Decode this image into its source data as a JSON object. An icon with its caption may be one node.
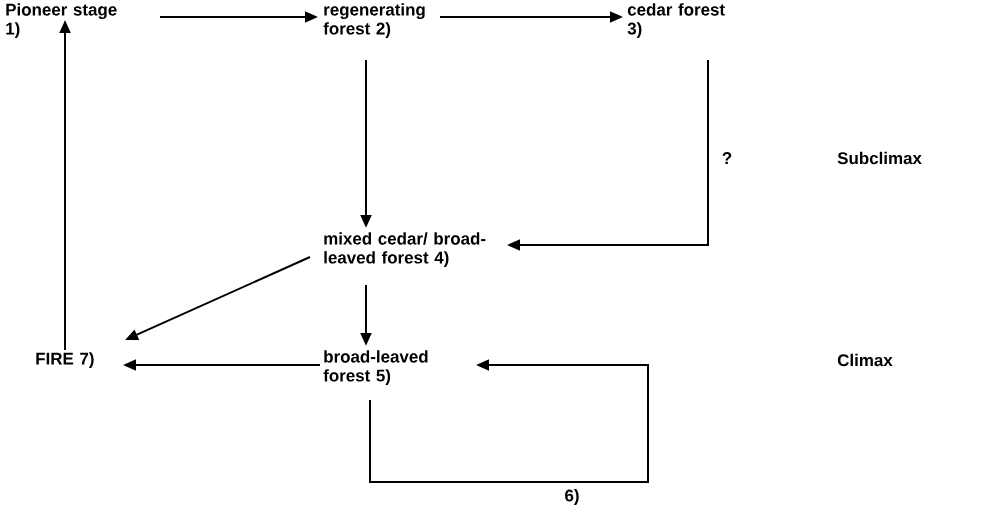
{
  "diagram": {
    "nodes": [
      {
        "text": [
          "Pioneer stage 1)"
        ]
      },
      {
        "text": [
          "regenerating forest 2)"
        ]
      },
      {
        "text": [
          "cedar forest 3)"
        ]
      },
      {
        "text": [
          "mixed cedar/ broad-leaved forest 4)"
        ]
      },
      {
        "text": [
          "broad-leaved forest 5)"
        ]
      },
      {
        "text": [
          "FIRE 7)"
        ]
      }
    ],
    "edges": [
      {
        "from": 0,
        "to": 1,
        "arrow": "to"
      },
      {
        "from": 1,
        "to": 2,
        "arrow": "to"
      },
      {
        "from": 1,
        "to": 3,
        "arrow": "to"
      },
      {
        "from": 2,
        "to": 3,
        "arrow": "to",
        "label": "?"
      },
      {
        "from": 3,
        "to": 5,
        "arrow": "to"
      },
      {
        "from": 3,
        "to": 4,
        "arrow": "to"
      },
      {
        "from": 4,
        "to": 5,
        "arrow": "to"
      },
      {
        "from": 4,
        "to": 4,
        "arrow": "to",
        "label": "6)"
      },
      {
        "from": 5,
        "to": 0,
        "arrow": "to"
      }
    ],
    "labels": [
      "Subclimax",
      "Climax"
    ]
  }
}
